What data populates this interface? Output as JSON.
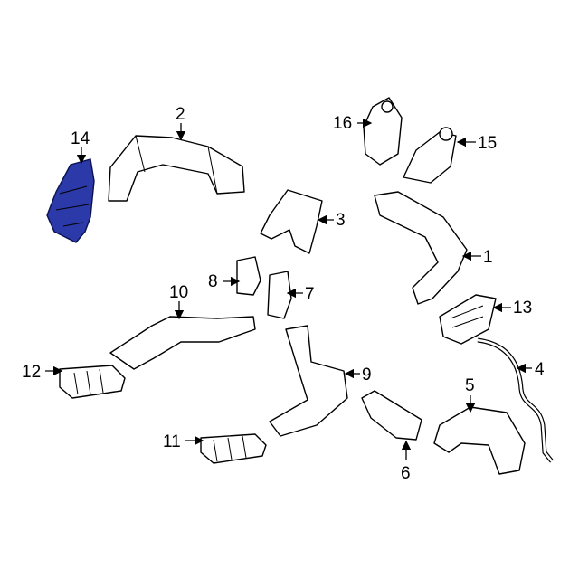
{
  "diagram": {
    "highlight_color": "#2b3aa8",
    "callouts": [
      {
        "id": "14",
        "label": "14",
        "part": "highlighted-bracket"
      },
      {
        "id": "2",
        "label": "2",
        "part": "upper-duct"
      },
      {
        "id": "16",
        "label": "16",
        "part": "left-vent-housing"
      },
      {
        "id": "15",
        "label": "15",
        "part": "right-vent-housing"
      },
      {
        "id": "3",
        "label": "3",
        "part": "center-duct"
      },
      {
        "id": "1",
        "label": "1",
        "part": "side-duct"
      },
      {
        "id": "8",
        "label": "8",
        "part": "small-connector"
      },
      {
        "id": "10",
        "label": "10",
        "part": "rear-floor-duct"
      },
      {
        "id": "7",
        "label": "7",
        "part": "connector"
      },
      {
        "id": "13",
        "label": "13",
        "part": "vent-grille"
      },
      {
        "id": "4",
        "label": "4",
        "part": "hose"
      },
      {
        "id": "12",
        "label": "12",
        "part": "left-vent-bracket"
      },
      {
        "id": "9",
        "label": "9",
        "part": "floor-duct"
      },
      {
        "id": "5",
        "label": "5",
        "part": "rear-duct"
      },
      {
        "id": "11",
        "label": "11",
        "part": "right-vent-bracket"
      },
      {
        "id": "6",
        "label": "6",
        "part": "outlet-duct"
      }
    ]
  }
}
